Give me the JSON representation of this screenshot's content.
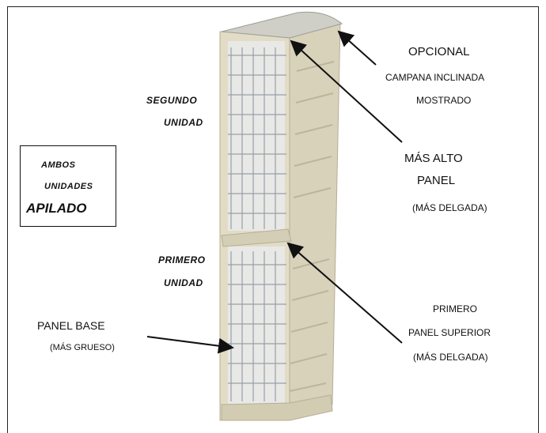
{
  "labels": {
    "opcional": "OPCIONAL",
    "campana_inclinada": "CAMPANA INCLINADA",
    "mostrado": "MOSTRADO",
    "segundo": "SEGUNDO",
    "unidad_top": "UNIDAD",
    "mas_alto": "MÁS ALTO",
    "panel": "PANEL",
    "mas_delgada_top": "(MÁS DELGADA)",
    "ambos": "AMBOS",
    "unidades": "UNIDADES",
    "apilado": "APILADO",
    "primero_left": "PRIMERO",
    "unidad_bottom": "UNIDAD",
    "panel_base": "PANEL BASE",
    "mas_grueso": "(MÁS GRUESO)",
    "primero_right": "PRIMERO",
    "panel_superior": "PANEL SUPERIOR",
    "mas_delgada_bottom": "(MÁS DELGADA)"
  },
  "colors": {
    "body": "#dcd6c0",
    "body_shadow": "#bdb69e",
    "hood": "#c9c9c2",
    "grid": "#9aa1a8",
    "interior": "#e6e6e3"
  }
}
